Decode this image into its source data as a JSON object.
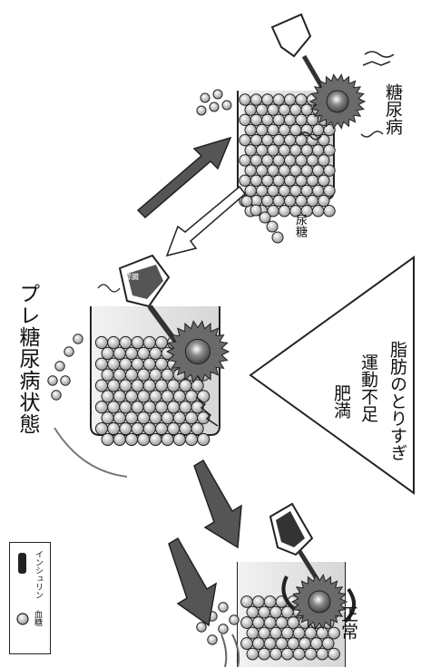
{
  "legend": {
    "insulin_label": "インシュリン",
    "glucose_label": "血糖"
  },
  "stages": {
    "prediabetes": "プレ糖尿病状態",
    "diabetes": "糖尿病",
    "normal": "正常"
  },
  "urine_glucose_label": "尿糖",
  "pancreas_label": "膵臓",
  "causes": [
    "肥満",
    "運動不足",
    "脂肪のとりすぎ"
  ],
  "colors": {
    "outline": "#222222",
    "glucose_fill": "#cfcfcf",
    "arrow_dark": "#555555",
    "arrow_light": "#ffffff"
  }
}
